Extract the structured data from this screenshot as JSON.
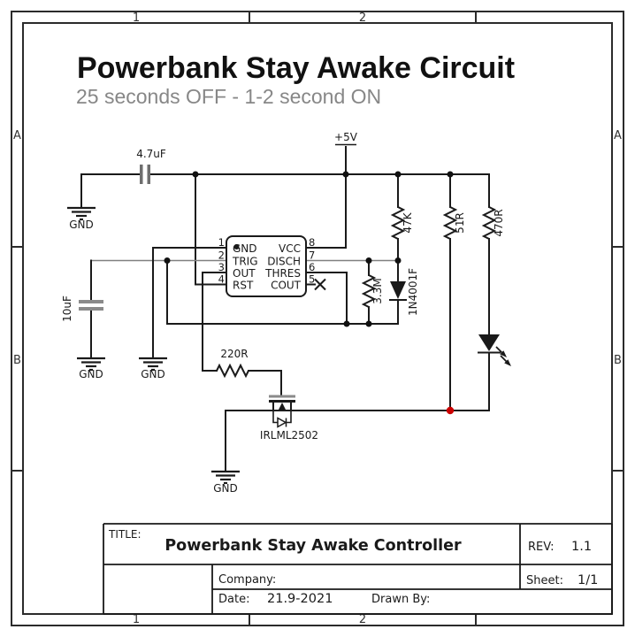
{
  "frame": {
    "columns": [
      "1",
      "2"
    ],
    "rows": [
      "A",
      "B"
    ]
  },
  "header": {
    "title": "Powerbank Stay Awake Circuit",
    "subtitle": "25 seconds OFF - 1-2 second ON"
  },
  "nets": {
    "vcc": "+5V",
    "gnd": "GND"
  },
  "ic555": {
    "pins_left": [
      {
        "num": "1",
        "name": "GND"
      },
      {
        "num": "2",
        "name": "TRIG"
      },
      {
        "num": "3",
        "name": "OUT"
      },
      {
        "num": "4",
        "name": "RST"
      }
    ],
    "pins_right": [
      {
        "num": "8",
        "name": "VCC"
      },
      {
        "num": "7",
        "name": "DISCH"
      },
      {
        "num": "6",
        "name": "THRES"
      },
      {
        "num": "5",
        "name": "COUT"
      }
    ]
  },
  "components": {
    "c1": "4.7uF",
    "c2": "10uF",
    "r_47k": "47K",
    "r_51": "51R",
    "r_470": "470R",
    "r_3m3": "3.3M",
    "r_220": "220R",
    "d1": "1N4001F",
    "q1": "IRLML2502"
  },
  "title_block": {
    "title_label": "TITLE:",
    "title": "Powerbank Stay Awake Controller",
    "rev_label": "REV:",
    "rev": "1.1",
    "sheet_label": "Sheet:",
    "sheet": "1/1",
    "company_label": "Company:",
    "date_label": "Date:",
    "date": "21.9-2021",
    "drawn_by_label": "Drawn By:"
  }
}
